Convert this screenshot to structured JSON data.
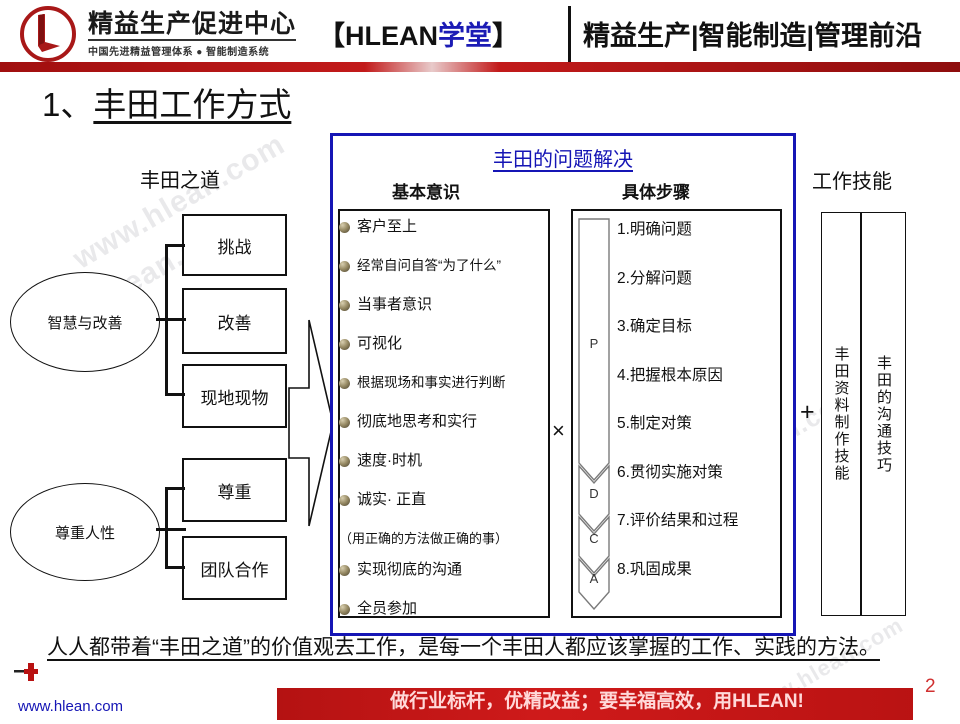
{
  "header": {
    "logo_main": "精益生产促进中心",
    "logo_sub": "中国先进精益管理体系 ● 智能制造系统",
    "brand_bracket_left": "【",
    "brand_h": "H",
    "brand_lean": "LEAN",
    "brand_cn": "学堂",
    "brand_bracket_right": "】",
    "tagline": "精益生产|智能制造|管理前沿"
  },
  "title": {
    "number": "1、",
    "text": "丰田工作方式"
  },
  "left_section": {
    "label": "丰田之道",
    "groups": [
      {
        "circle": "智慧与改善",
        "boxes": [
          "挑战",
          "改善",
          "现地现物"
        ]
      },
      {
        "circle": "尊重人性",
        "boxes": [
          "尊重",
          "团队合作"
        ]
      }
    ]
  },
  "center": {
    "title": "丰田的问题解决",
    "col_head_left": "基本意识",
    "col_head_right": "具体步骤",
    "operator": "×",
    "awareness": [
      {
        "text": "客户至上",
        "bullet": true,
        "size": "lg"
      },
      {
        "text": "经常自问自答“为了什么”",
        "bullet": true,
        "size": "sm"
      },
      {
        "text": "当事者意识",
        "bullet": true,
        "size": "lg"
      },
      {
        "text": "可视化",
        "bullet": true,
        "size": "lg"
      },
      {
        "text": "根据现场和事实进行判断",
        "bullet": true,
        "size": "sm"
      },
      {
        "text": "彻底地思考和实行",
        "bullet": true,
        "size": "lg"
      },
      {
        "text": "速度·时机",
        "bullet": true,
        "size": "lg"
      },
      {
        "text": "诚实· 正直",
        "bullet": true,
        "size": "lg"
      },
      {
        "text": "（用正确的方法做正确的事）",
        "bullet": false,
        "size": "sm"
      },
      {
        "text": "实现彻底的沟通",
        "bullet": true,
        "size": "lg"
      },
      {
        "text": "全员参加",
        "bullet": true,
        "size": "lg"
      }
    ],
    "steps": [
      "1.明确问题",
      "2.分解问题",
      "3.确定目标",
      "4.把握根本原因",
      "5.制定对策",
      "6.贯彻实施对策",
      "7.评价结果和过程",
      "8.巩固成果"
    ],
    "pdca": [
      "P",
      "D",
      "C",
      "A"
    ]
  },
  "right_section": {
    "label": "工作技能",
    "operator": "+",
    "columns": [
      "丰田资料制作技能",
      "丰田的沟通技巧"
    ]
  },
  "conclusion": "人人都带着“丰田之道”的价值观去工作，是每一个丰田人都应该掌握的工作、实践的方法。",
  "footer": {
    "site": "www.hlean.com",
    "banner": "做行业标杆，优精改益；要幸福高效，用HLEAN!",
    "page": "2"
  },
  "watermark": "www.hlean.com",
  "colors": {
    "brand_red": "#c21a1a",
    "brand_blue": "#1515b5",
    "accent_red": "#d50000"
  }
}
